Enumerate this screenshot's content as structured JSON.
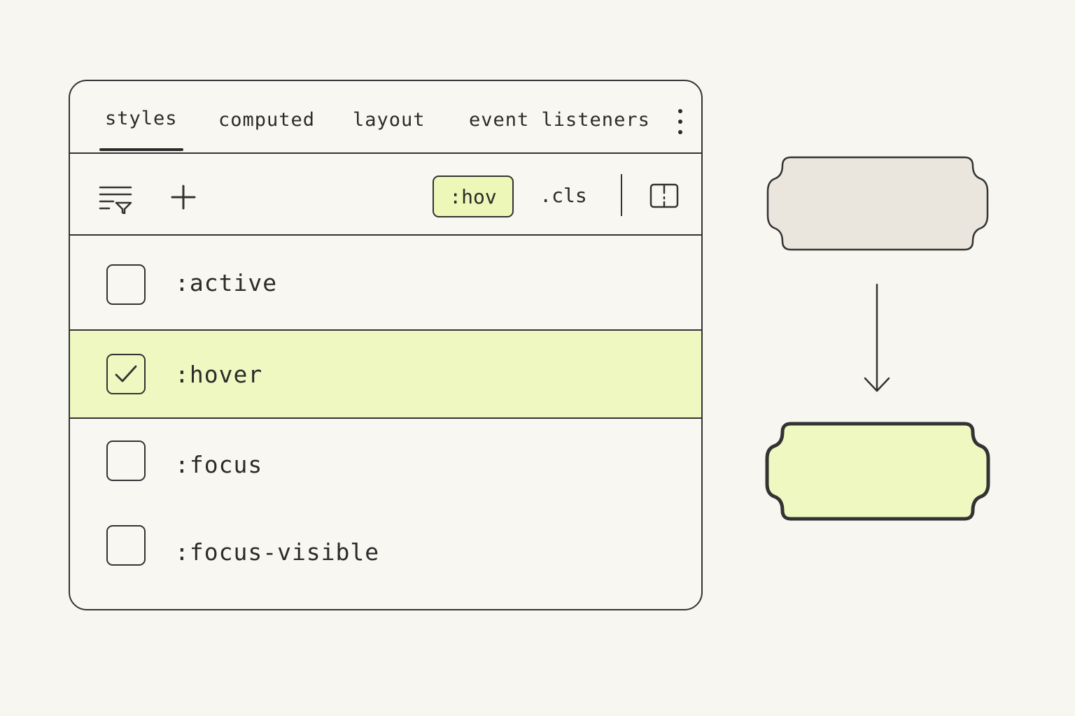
{
  "tabs": [
    {
      "label": "styles",
      "active": true
    },
    {
      "label": "computed",
      "active": false
    },
    {
      "label": "layout",
      "active": false
    },
    {
      "label": "event listeners",
      "active": false
    }
  ],
  "toolbar": {
    "filter_icon": "filter-icon",
    "add_icon": "plus-icon",
    "hov_label": ":hov",
    "cls_label": ".cls",
    "sidebar_icon": "sidebar-toggle-icon"
  },
  "states": [
    {
      "label": ":active",
      "checked": false
    },
    {
      "label": ":hover",
      "checked": true
    },
    {
      "label": ":focus",
      "checked": false
    },
    {
      "label": ":focus-visible",
      "checked": false
    }
  ],
  "preview": {
    "default_fill": "#ebe6dd",
    "hover_fill": "#eef8c0"
  },
  "colors": {
    "accent": "#ecf7b8",
    "border": "#333333",
    "background": "#f8f6f0"
  }
}
